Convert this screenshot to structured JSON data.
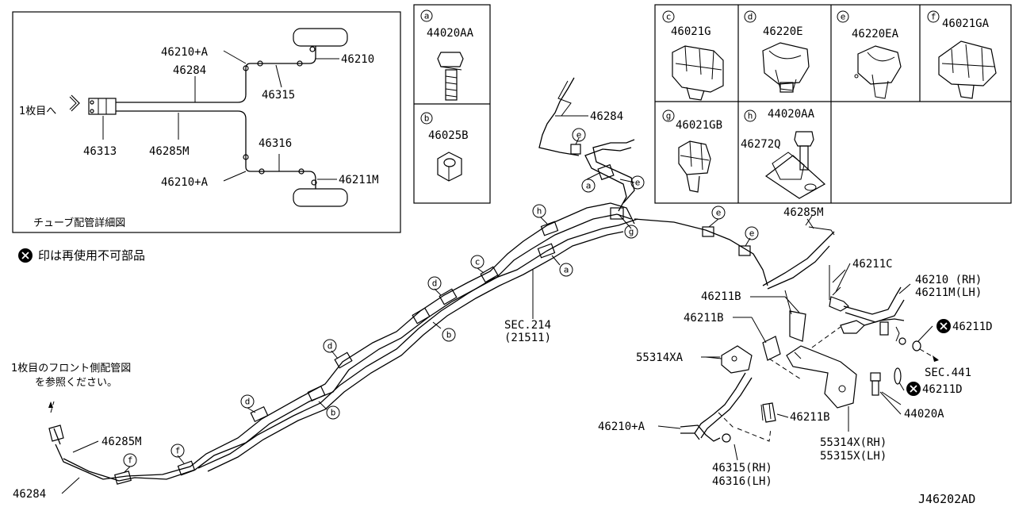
{
  "detail_box": {
    "title": "チューブ配管詳細図",
    "from_label": "1枚目へ",
    "parts": {
      "p46210A_top": "46210+A",
      "p46284": "46284",
      "p46210": "46210",
      "p46315": "46315",
      "p46313": "46313",
      "p46285M": "46285M",
      "p46316": "46316",
      "p46210A_bottom": "46210+A",
      "p46211M": "46211M"
    }
  },
  "legend": {
    "note": "印は再使用不可部品"
  },
  "inset_parts": [
    {
      "code": "a",
      "part": "44020AA"
    },
    {
      "code": "b",
      "part": "46025B"
    },
    {
      "code": "c",
      "part": "46021G"
    },
    {
      "code": "d",
      "part": "46220E"
    },
    {
      "code": "e",
      "part": "46220EA"
    },
    {
      "code": "f",
      "part": "46021GA"
    },
    {
      "code": "g",
      "part": "46021GB"
    },
    {
      "code": "h",
      "part": "44020AA",
      "part2": "46272Q"
    }
  ],
  "main": {
    "p46284_top": "46284",
    "sec214_line1": "SEC.214",
    "sec214_line2": "(21511)",
    "front_note_line1": "1枚目のフロント側配管図",
    "front_note_line2": "を参照ください。",
    "p46285M_left": "46285M",
    "p46284_left": "46284",
    "p46285M_right": "46285M",
    "p46211C": "46211C",
    "p46210_rh": "46210 (RH)",
    "p46211M_lh": "46211M(LH)",
    "p46211B_1": "46211B",
    "p46211B_2": "46211B",
    "p46211D_top": "46211D",
    "p55314XA": "55314XA",
    "sec441": "SEC.441",
    "p46211D_bottom": "46211D",
    "p44020A": "44020A",
    "p46211B_3": "46211B",
    "p46210A": "46210+A",
    "p55314X_rh": "55314X(RH)",
    "p55315X_lh": "55315X(LH)",
    "p46315_rh": "46315(RH)",
    "p46316_lh": "46316(LH)"
  },
  "callouts": {
    "c_h": "h",
    "c_c": "c",
    "c_d1": "d",
    "c_d2": "d",
    "c_d3": "d",
    "c_b1": "b",
    "c_b2": "b",
    "c_a1": "a",
    "c_a2": "a",
    "c_e1": "e",
    "c_e2": "e",
    "c_e3": "e",
    "c_e4": "e",
    "c_g": "g",
    "c_f1": "f",
    "c_f2": "f"
  },
  "diagram_id": "J46202AD"
}
